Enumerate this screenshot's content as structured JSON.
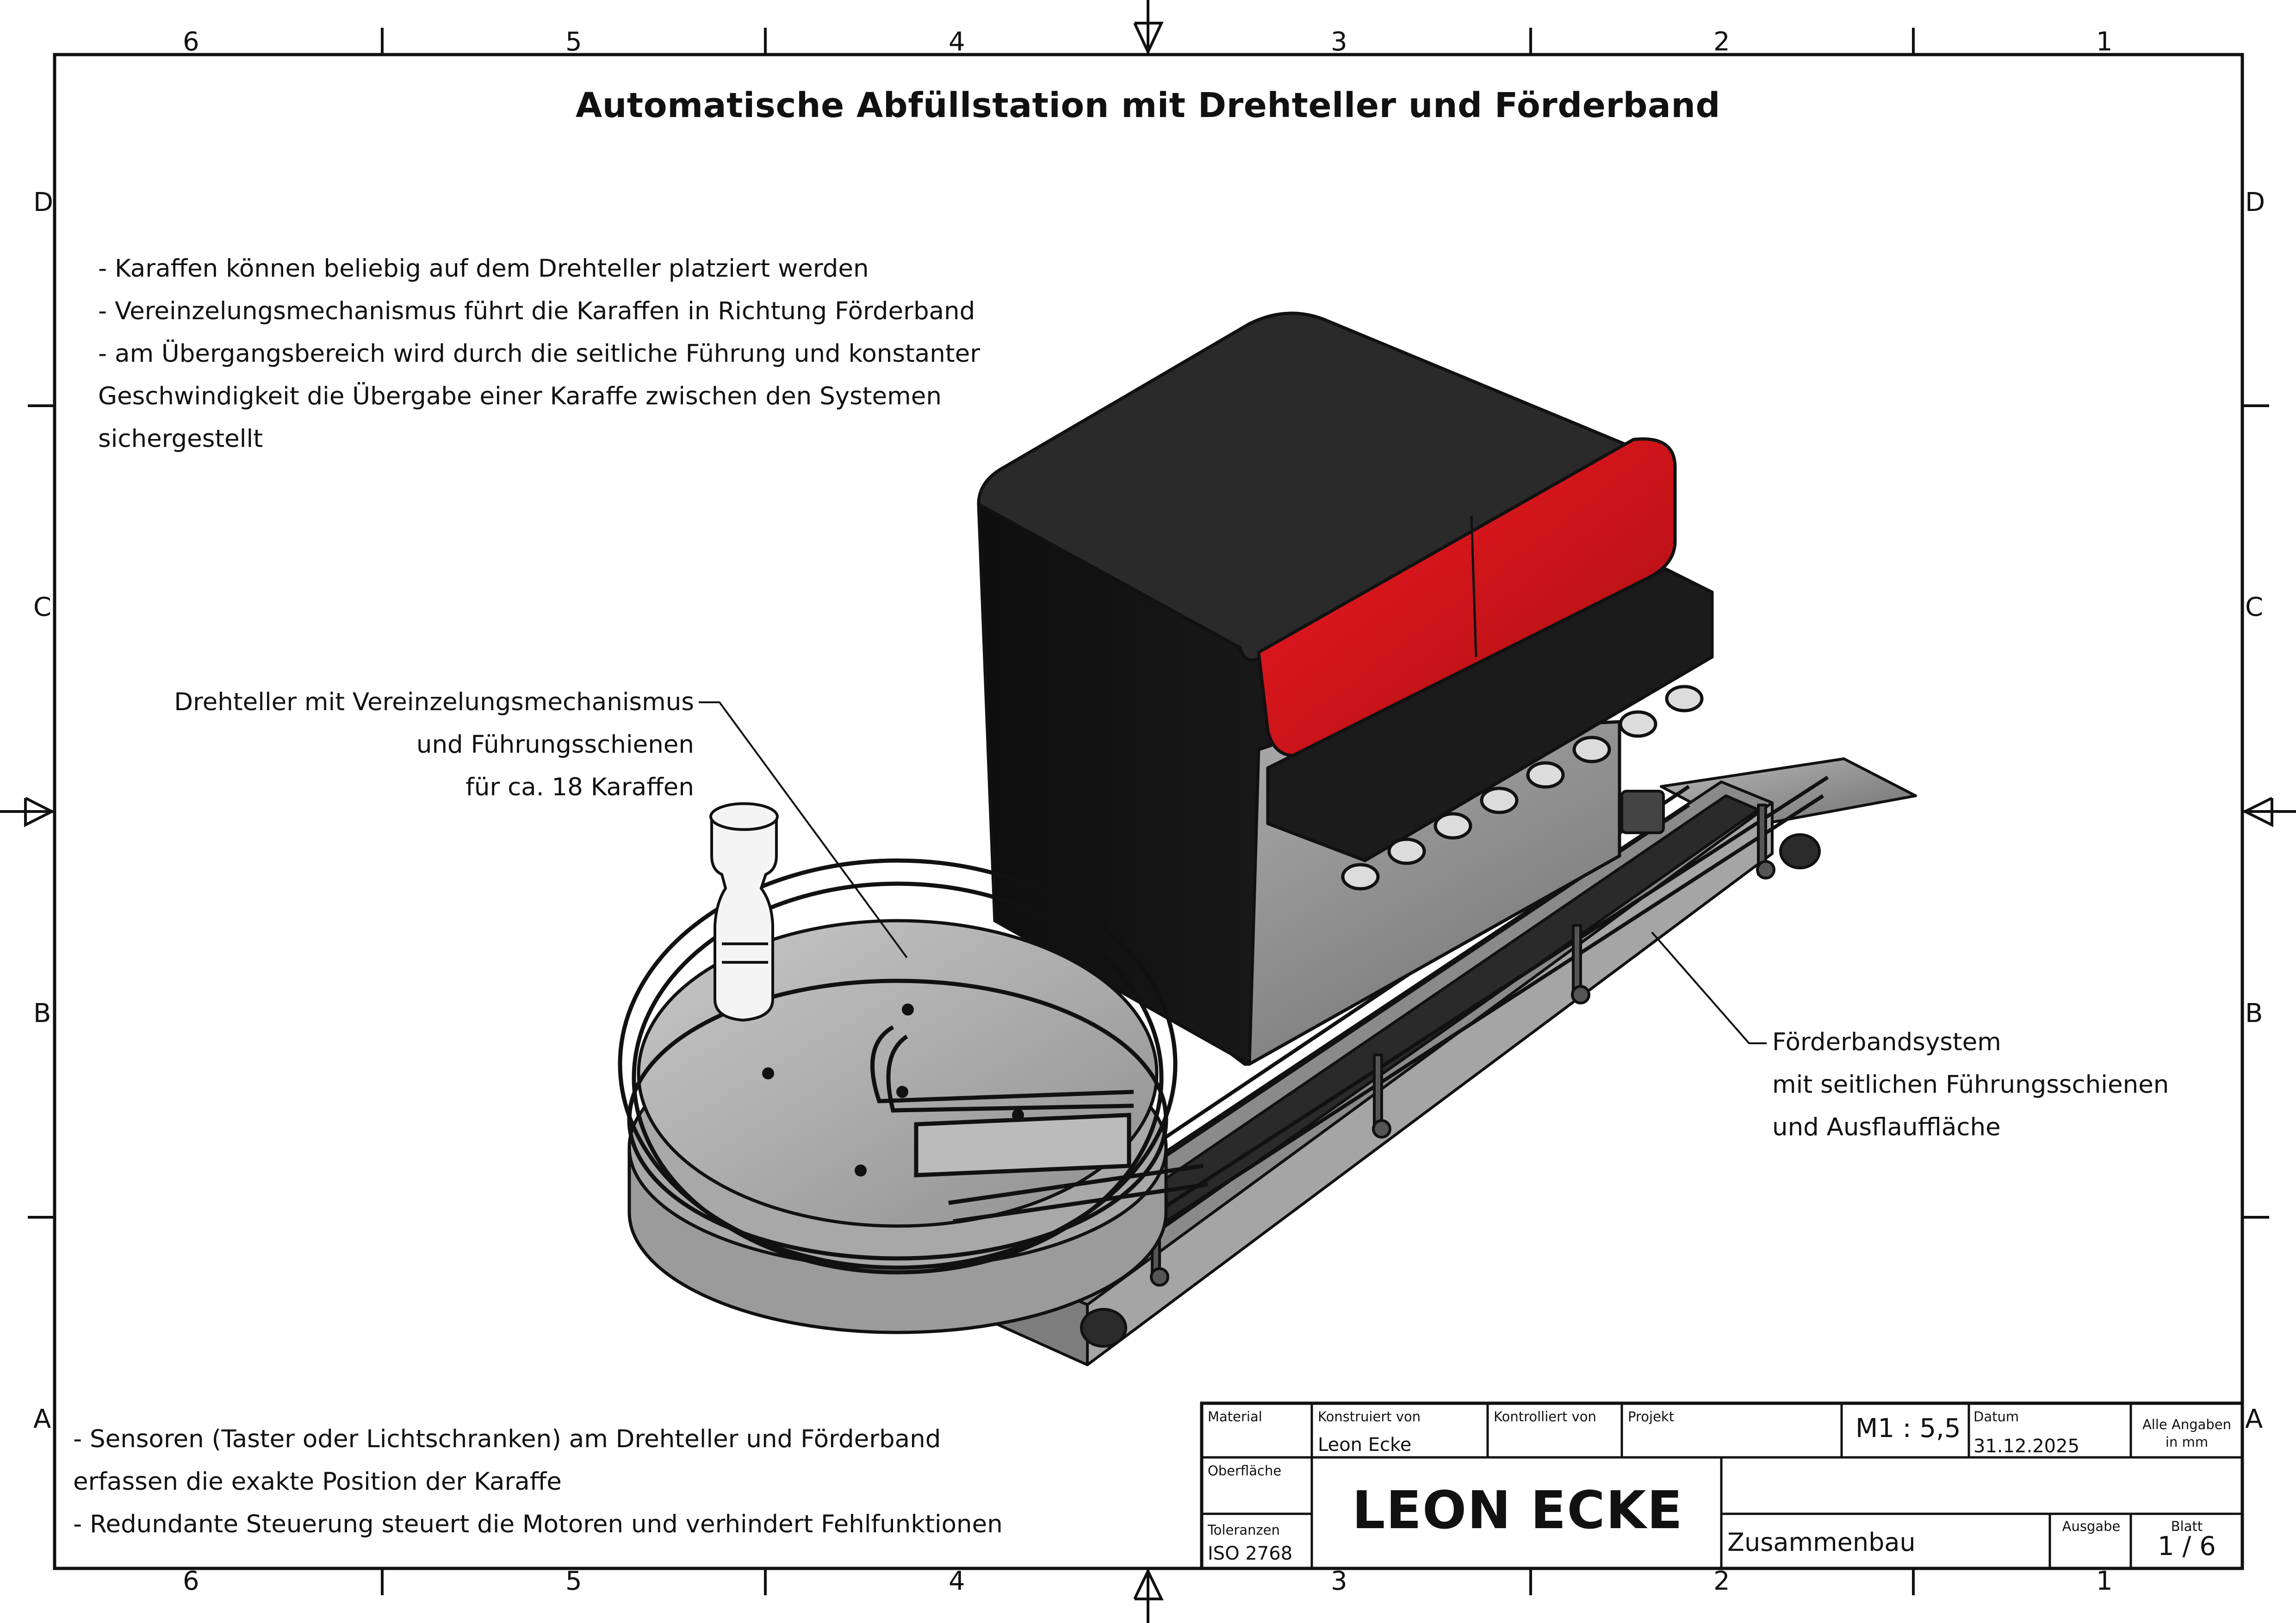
{
  "drawing": {
    "title": "Automatische Abfüllstation mit Drehteller und Förderband",
    "notes_top": [
      "- Karaffen können beliebig auf dem Drehteller platziert werden",
      "- Vereinzelungsmechanismus führt die Karaffen in Richtung Förderband",
      "- am Übergangsbereich wird durch die seitliche Führung und konstanter",
      "Geschwindigkeit die Übergabe einer Karaffe zwischen den Systemen",
      "sichergestellt"
    ],
    "notes_bottom": [
      "- Sensoren (Taster oder Lichtschranken) am Drehteller und Förderband",
      "erfassen die exakte Position der Karaffe",
      "- Redundante Steuerung steuert die Motoren und verhindert Fehlfunktionen"
    ],
    "callout_turntable": [
      "Drehteller mit Vereinzelungsmechanismus",
      "und Führungsschienen",
      "für ca. 18 Karaffen"
    ],
    "callout_conveyor": [
      "Förderbandsystem",
      "mit seitlichen Führungsschienen",
      "und Ausflauffläche"
    ]
  },
  "frame": {
    "columns": [
      "6",
      "5",
      "4",
      "3",
      "2",
      "1"
    ],
    "rows": [
      "D",
      "C",
      "B",
      "A"
    ]
  },
  "title_block": {
    "material_label": "Material",
    "material_value": "",
    "konstruiert_label": "Konstruiert von",
    "konstruiert_value": "Leon Ecke",
    "kontrolliert_label": "Kontrolliert von",
    "kontrolliert_value": "",
    "projekt_label": "Projekt",
    "projekt_value": "",
    "scale": "M1 : 5,5",
    "datum_label": "Datum",
    "datum_value": "31.12.2025",
    "units_line1": "Alle Angaben",
    "units_line2": "in mm",
    "oberflaeche_label": "Oberfläche",
    "company": "LEON ECKE",
    "part_name": "Zusammenbau",
    "ausgabe_label": "Ausgabe",
    "blatt_label": "Blatt",
    "blatt_value": "1 / 6",
    "toleranzen_label": "Toleranzen",
    "toleranzen_value": "ISO 2768"
  },
  "colors": {
    "machine_body": "#1a1a1a",
    "machine_accent_red": "#d8141a",
    "steel_grey": "#9a9a9a",
    "line": "#111111"
  }
}
